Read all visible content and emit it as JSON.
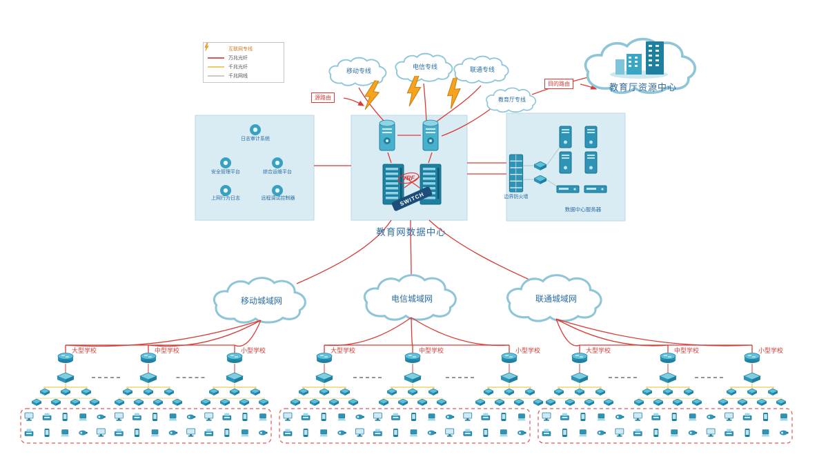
{
  "legend": {
    "items": [
      {
        "label": "互联网专线",
        "type": "lightning",
        "color": "#f6a41d"
      },
      {
        "label": "万兆光纤",
        "type": "line",
        "color": "#e05555"
      },
      {
        "label": "千兆光纤",
        "type": "line",
        "color": "#ecc96a"
      },
      {
        "label": "千兆网线",
        "type": "line",
        "color": "#c9c9c9"
      }
    ]
  },
  "top_clouds": [
    {
      "label": "移动专线"
    },
    {
      "label": "电信专线"
    },
    {
      "label": "联通专线"
    },
    {
      "label": "教育厅专线"
    }
  ],
  "routes": {
    "source": "源路由",
    "destination": "目的路由"
  },
  "resource_center": {
    "label": "教育厅资源中心"
  },
  "management": {
    "items": [
      {
        "label": "日志审计系统"
      },
      {
        "label": "安全管理平台"
      },
      {
        "label": "综合运维平台"
      },
      {
        "label": "上网行为日志"
      },
      {
        "label": "远程调试控制器"
      }
    ]
  },
  "datacenter": {
    "label": "教育网数据中心",
    "vrf_label": "VRF",
    "switch_label": "SWITCH"
  },
  "server_zone": {
    "firewall_label": "边界防火墙",
    "servers_label": "数据中心服务器"
  },
  "metro_clouds": [
    {
      "label": "移动城域网"
    },
    {
      "label": "电信城域网"
    },
    {
      "label": "联通城域网"
    }
  ],
  "school_groups": [
    {
      "schools": [
        {
          "label": "大型学校"
        },
        {
          "label": "中型学校"
        },
        {
          "label": "小型学校"
        }
      ]
    },
    {
      "schools": [
        {
          "label": "大型学校"
        },
        {
          "label": "中型学校"
        },
        {
          "label": "小型学校"
        }
      ]
    },
    {
      "schools": [
        {
          "label": "大型学校"
        },
        {
          "label": "中型学校"
        },
        {
          "label": "小型学校"
        }
      ]
    }
  ],
  "colors": {
    "line_red": "#d93a35",
    "line_yellow": "#e8cd56",
    "device_teal": "#2e93b5",
    "text_blue": "#2b6ca3",
    "text_red": "#d93a35",
    "bolt_orange": "#f6a41d"
  }
}
